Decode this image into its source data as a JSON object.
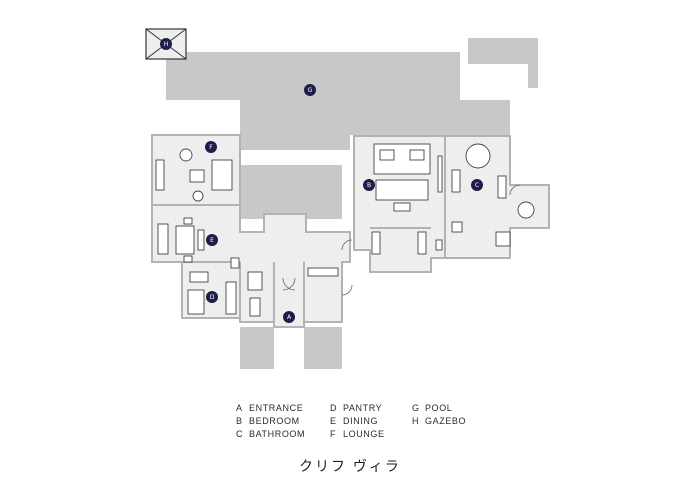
{
  "plan": {
    "colors": {
      "wall": "#b3b3b3",
      "floor": "#eeeeee",
      "outdoor": "#c8c8c8",
      "marker": "#1e1e4a",
      "furniture": "#ffffff",
      "line": "#555555"
    },
    "markers": {
      "A": "A",
      "B": "B",
      "C": "C",
      "D": "D",
      "E": "E",
      "F": "F",
      "G": "G",
      "H": "H"
    }
  },
  "legend": [
    {
      "key": "A",
      "label": "ENTRANCE"
    },
    {
      "key": "D",
      "label": "PANTRY"
    },
    {
      "key": "G",
      "label": "POOL"
    },
    {
      "key": "B",
      "label": "BEDROOM"
    },
    {
      "key": "E",
      "label": "DINING"
    },
    {
      "key": "H",
      "label": "GAZEBO"
    },
    {
      "key": "C",
      "label": "BATHROOM"
    },
    {
      "key": "F",
      "label": "LOUNGE"
    },
    {
      "key": "",
      "label": ""
    }
  ],
  "caption": "クリフ ヴィラ"
}
